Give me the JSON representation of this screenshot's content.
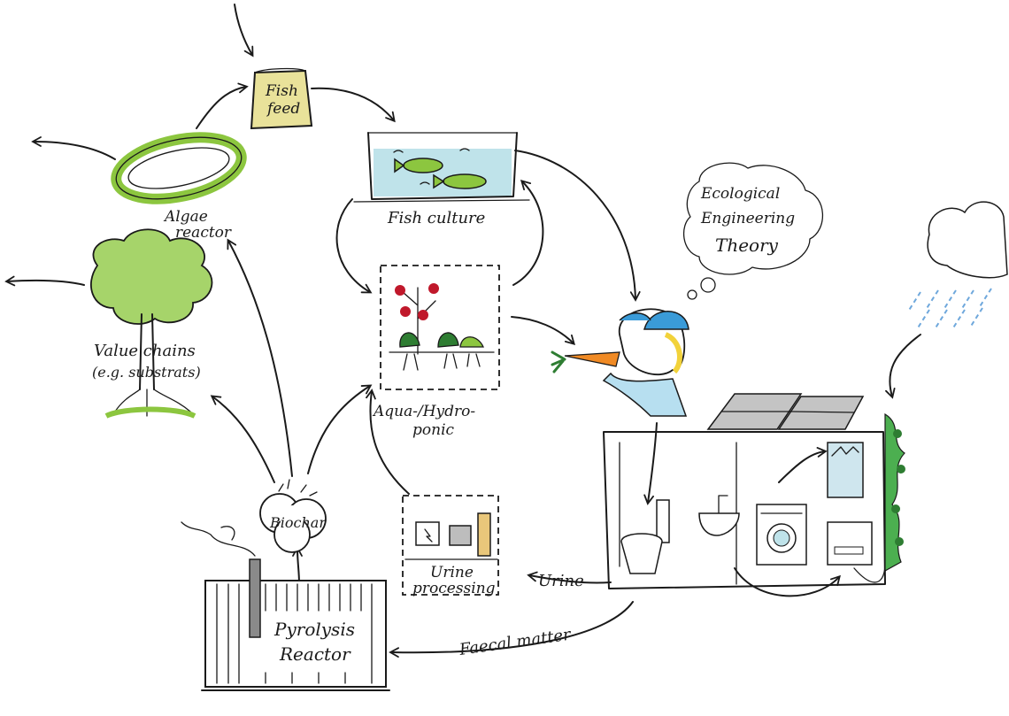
{
  "labels": {
    "fish_feed_line1": "Fish",
    "fish_feed_line2": "feed",
    "fish_culture": "Fish culture",
    "algae_line1": "Algae",
    "algae_line2": "reactor",
    "value_chains_line1": "Value chains",
    "value_chains_line2": "(e.g. substrats)",
    "aqua_line1": "Aqua-/Hydro-",
    "aqua_line2": "ponic",
    "biochar": "Biochar",
    "urine_line1": "Urine",
    "urine_line2": "processing",
    "pyrolysis_line1": "Pyrolysis",
    "pyrolysis_line2": "Reactor",
    "theory_line1": "Ecological",
    "theory_line2": "Engineering",
    "theory_line3": "Theory",
    "flow_urine": "Urine",
    "flow_faecal": "Faecal matter"
  },
  "colors": {
    "ink": "#1a1a1a",
    "plant_green": "#8cc63f",
    "dark_green": "#2e7d32",
    "feed_yellow": "#e9e29a",
    "water_blue": "#bfe3ea",
    "tomato_red": "#c0182b",
    "carrot_orange": "#f08a24",
    "cap_blue": "#3a9bd8",
    "hair_yellow": "#f2d23a",
    "solar_grey": "#9e9e9e",
    "rain_blue": "#6fa8dc"
  }
}
